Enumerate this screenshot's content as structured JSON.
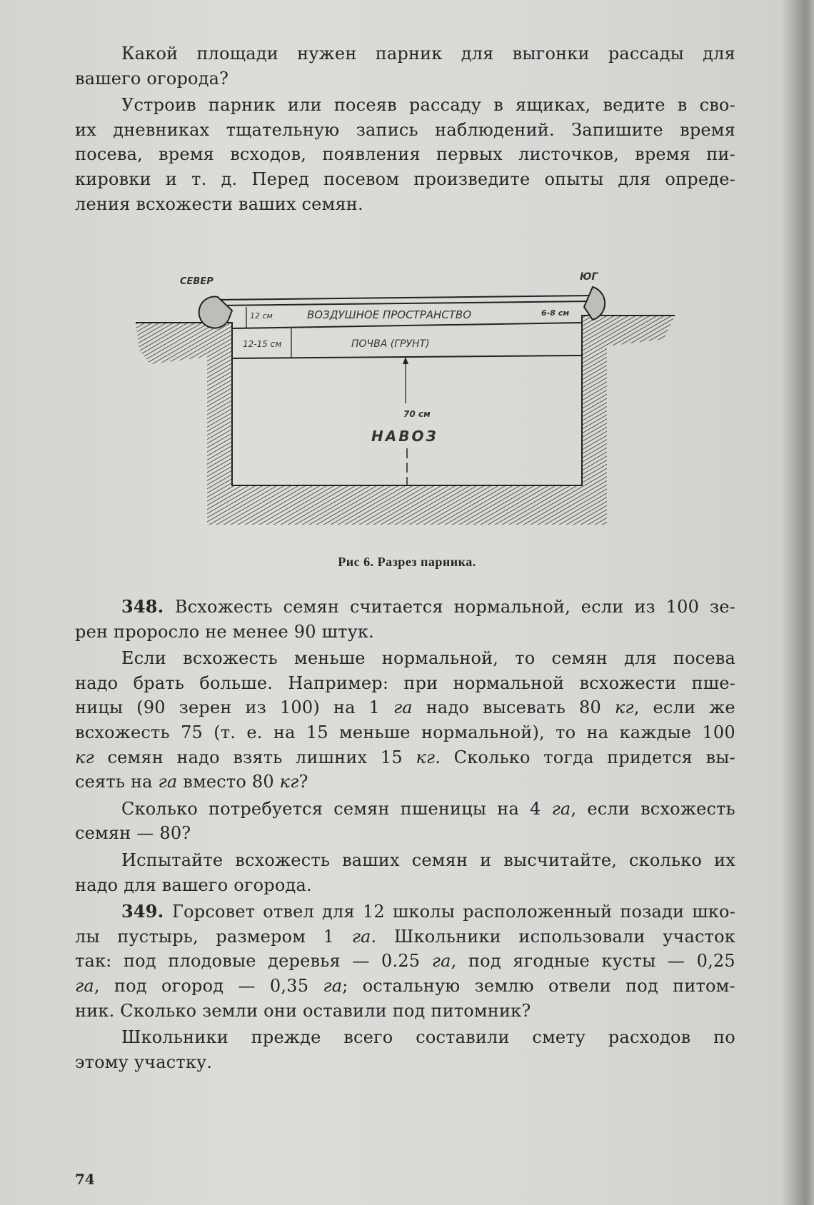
{
  "paragraphs_top": [
    {
      "indent": true,
      "lines": [
        "Какой площади нужен парник для выгонки рассады для",
        "вашего огорода?"
      ]
    },
    {
      "indent": true,
      "lines": [
        "Устроив парник или посеяв рассаду в ящиках, ведите в сво-",
        "их дневниках тщательную запись наблюдений. Запишите время",
        "посева, время всходов, появления первых листочков, время пи-",
        "кировки и т. д. Перед посевом произведите опыты для опреде-",
        "ления всхожести ваших семян."
      ]
    }
  ],
  "figure": {
    "labels": {
      "north": "СЕВЕР",
      "south": "ЮГ",
      "air_gap_north": "12 см",
      "air_space": "ВОЗДУШНОЕ ПРОСТРАНСТВО",
      "air_gap_south": "6-8 см",
      "soil_depth": "12-15 см",
      "soil": "ПОЧВА (ГРУНТ)",
      "manure_depth": "70 см",
      "manure": "НАВОЗ"
    },
    "caption": "Рис 6. Разрез парника."
  },
  "paragraphs_bottom": [
    {
      "number": "348.",
      "lines": [
        "Всхожесть семян считается нормальной, если из 100 зе-",
        "рен проросло не менее 90 штук."
      ]
    },
    {
      "lines": [
        "Если всхожесть меньше нормальной, то семян для посева",
        "надо брать больше. Например: при нормальной всхожести пше-",
        "ницы (90 зерен из 100) на 1 га надо высевать 80 кг, если же",
        "всхожесть 75 (т. е. на 15 меньше нормальной), то на каждые 100",
        "кг семян надо взять лишних 15 кг. Сколько тогда придется вы-",
        "сеять на га вместо 80 кг?"
      ]
    },
    {
      "lines": [
        "Сколько потребуется семян пшеницы на 4 га, если всхожесть",
        "семян — 80?"
      ]
    },
    {
      "lines": [
        "Испытайте всхожесть ваших семян и высчитайте, сколько их",
        "надо для вашего огорода."
      ]
    },
    {
      "number": "349.",
      "lines": [
        "Горсовет отвел для 12 школы расположенный позади шко-",
        "лы пустырь, размером 1 га. Школьники использовали участок",
        "так: под плодовые деревья — 0.25 га, под ягодные кусты — 0,25",
        "га, под огород — 0,35 га; остальную землю отвели под питом-",
        "ник. Сколько земли они оставили под питомник?"
      ]
    },
    {
      "lines": [
        "Школьники прежде всего составили смету расходов по",
        "этому участку."
      ]
    }
  ],
  "page_number": "74"
}
